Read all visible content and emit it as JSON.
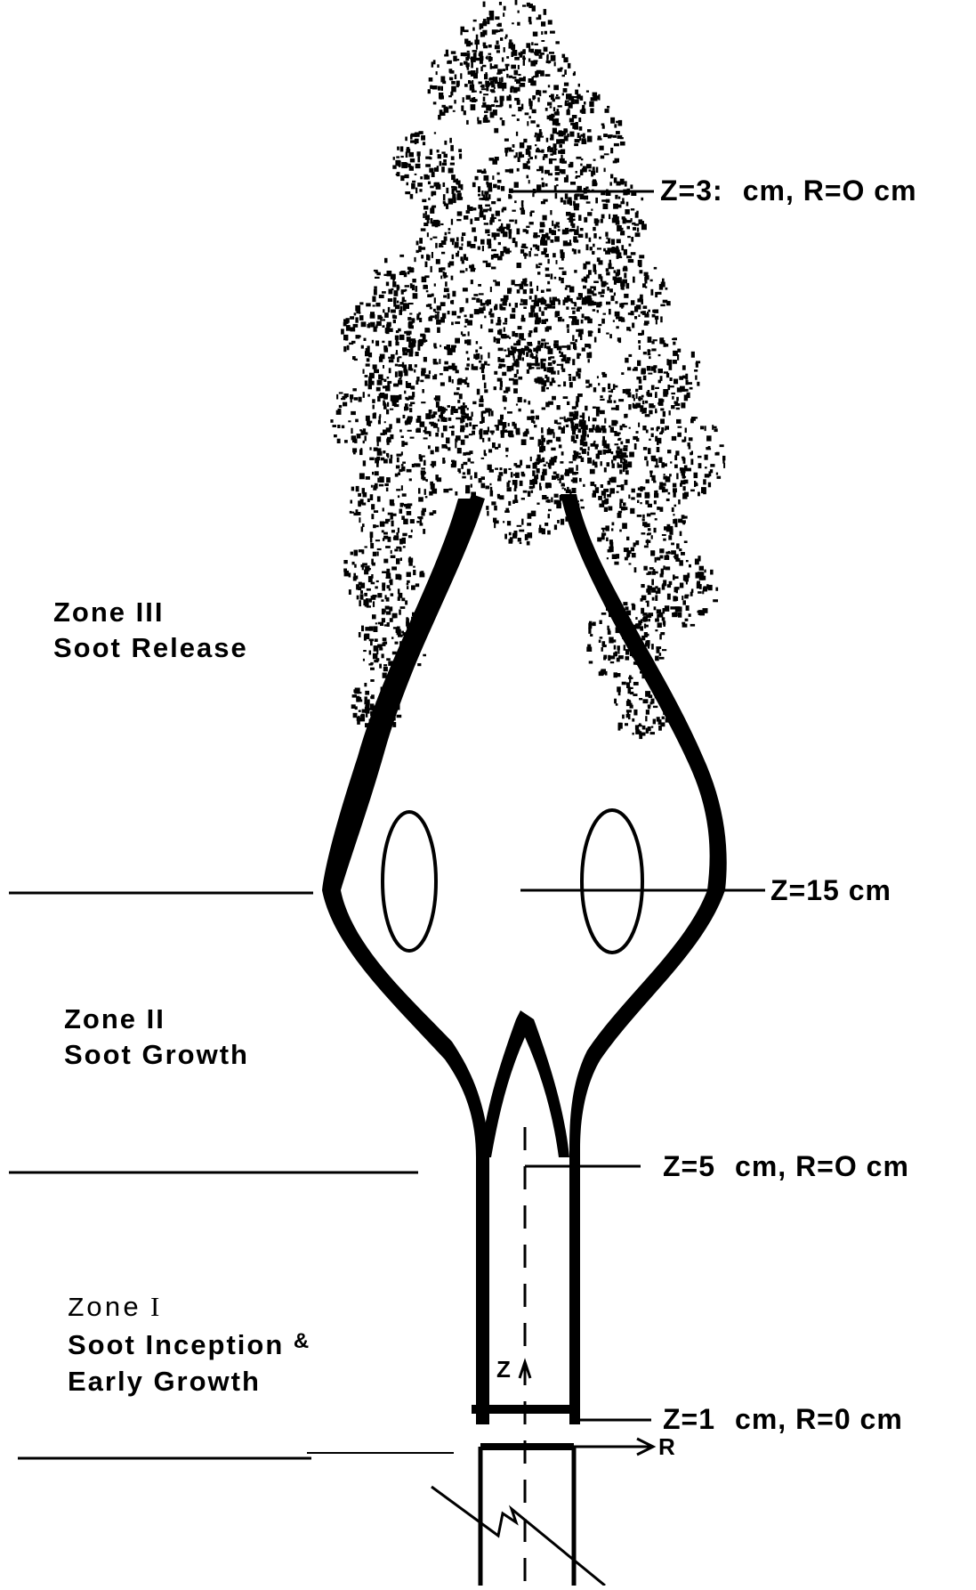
{
  "zones": {
    "zone3": {
      "line1": "Zone III",
      "line2": "Soot Release"
    },
    "zone2": {
      "line1": "Zone II",
      "line2": "Soot Growth"
    },
    "zone1": {
      "line1_word": "Zone",
      "line1_num": "I",
      "line2": "Soot Inception",
      "line2_amp": "&",
      "line3": "Early Growth"
    }
  },
  "callouts": {
    "top": {
      "z": "Z=3:",
      "r": "cm, R=O cm"
    },
    "mid": {
      "z": "Z=15 cm",
      "r": ""
    },
    "lower": {
      "z": "Z=5",
      "r": "cm, R=O cm"
    },
    "bottom": {
      "z": "Z=1",
      "r": "cm, R=0 cm"
    }
  },
  "axes": {
    "z": "Z",
    "r": "R"
  },
  "colors": {
    "ink": "#000000",
    "paper": "#ffffff"
  }
}
